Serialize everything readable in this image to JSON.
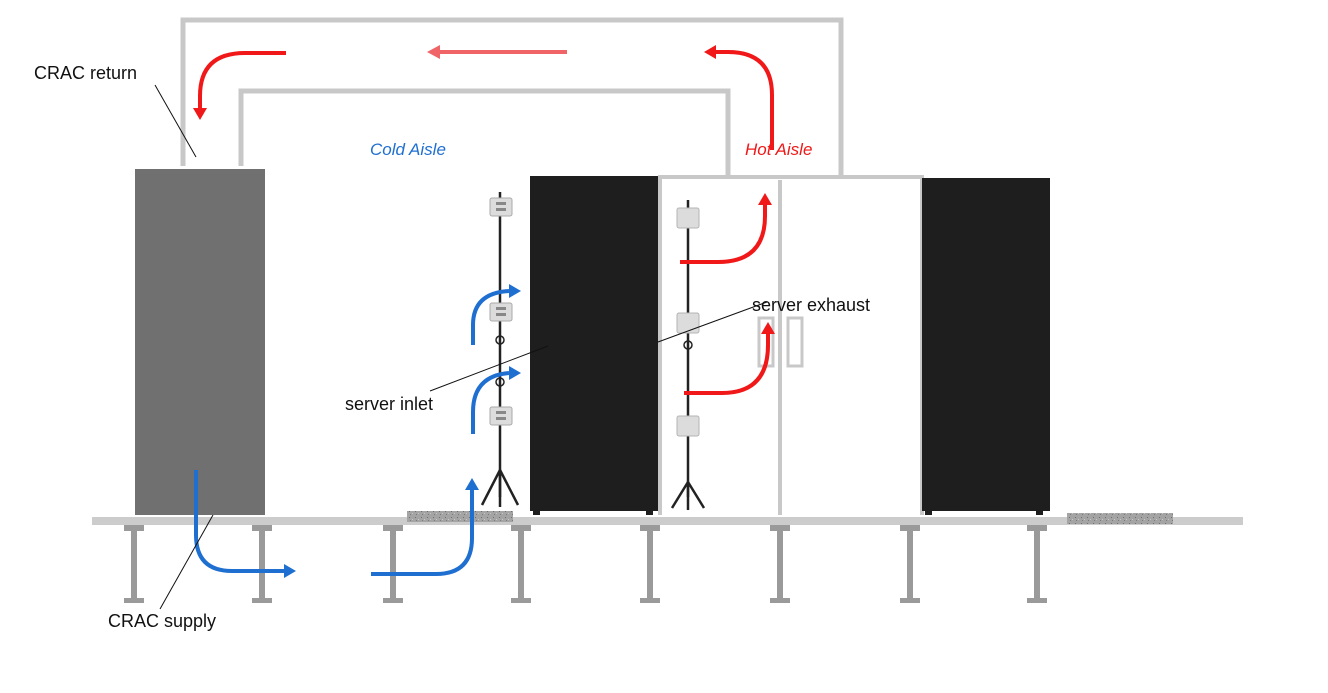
{
  "labels": {
    "crac_return": "CRAC return",
    "crac_supply": "CRAC supply",
    "cold_aisle": "Cold Aisle",
    "hot_aisle": "Hot Aisle",
    "server_inlet": "server inlet",
    "server_exhaust": "server exhaust"
  },
  "colors": {
    "cold_air": "#1f6fd1",
    "hot_air": "#f01818",
    "hot_air_faded": "#f06468",
    "duct": "#c8c8c8",
    "crac_unit": "#707070",
    "rack": "#1e1e1e",
    "floor": "#cccccc",
    "pedestal": "#9a9a9a",
    "perforated_tile": "#a0a0a0"
  }
}
